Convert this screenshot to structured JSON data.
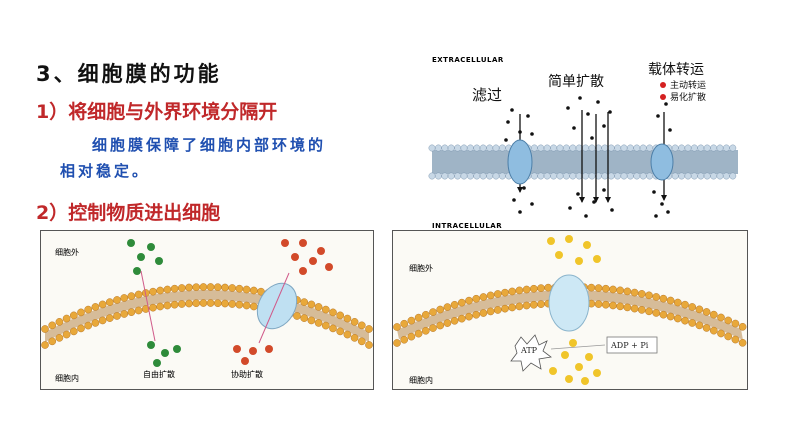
{
  "slide": {
    "heading": "3、细胞膜的功能",
    "point1": "1）将细胞与外界环境分隔开",
    "desc_line1": "细胞膜保障了细胞内部环境的",
    "desc_line2": "相对稳定。",
    "point2": "2）控制物质进出细胞"
  },
  "top_diagram": {
    "extracellular": "EXTRACELLULAR",
    "intracellular": "INTRACELLULAR",
    "filtration": "滤过",
    "simple_diffusion": "简单扩散",
    "carrier_transport": "载体转运",
    "active_transport": "主动转运",
    "facilitated_diffusion": "易化扩散"
  },
  "left_panel": {
    "outside": "细胞外",
    "inside": "细胞内",
    "free_diffusion": "自由扩散",
    "facilitated": "协助扩散"
  },
  "right_panel": {
    "outside": "细胞外",
    "inside": "细胞内",
    "atp": "ATP",
    "adp": "ADP + Pi"
  },
  "colors": {
    "title_red": "#c0282a",
    "text_blue": "#1f4fb0",
    "lipid_head": "#e8a83a",
    "tail": "#c9a77a",
    "protein": "#a9d3ea",
    "green_molecule": "#2e8b3a",
    "red_molecule": "#d24a2a",
    "yellow_molecule": "#f0c52a"
  }
}
